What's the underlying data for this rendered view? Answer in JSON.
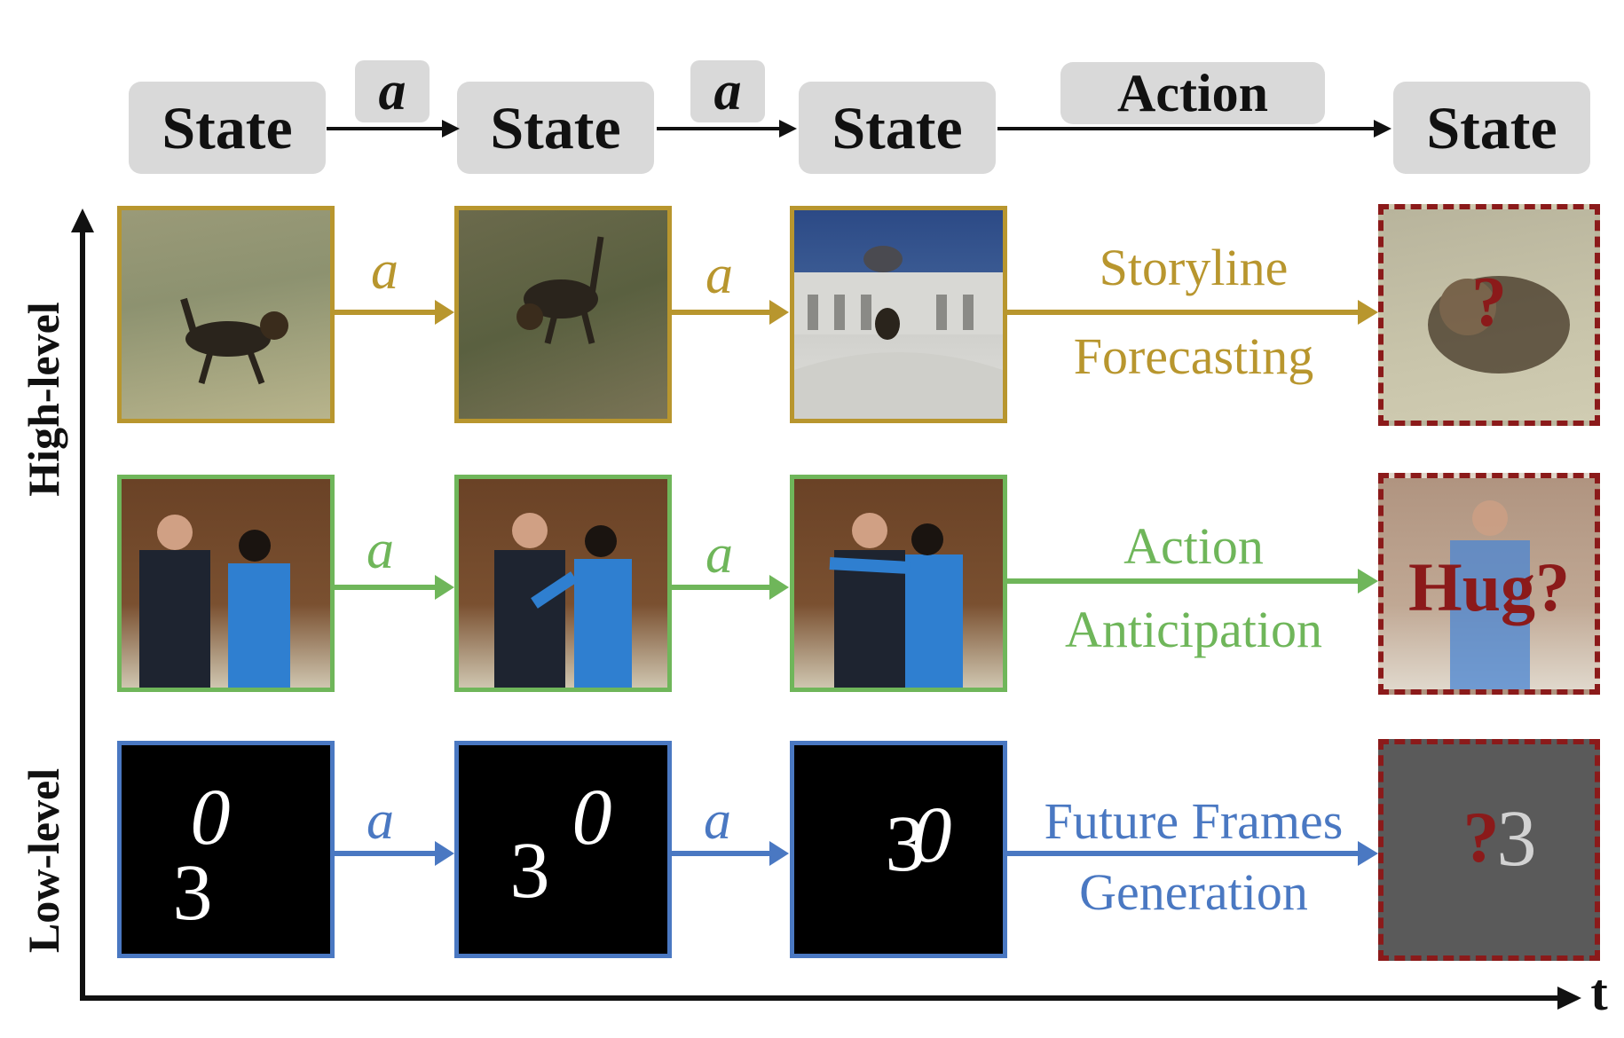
{
  "header": {
    "states": [
      "State",
      "State",
      "State",
      "State"
    ],
    "small_actions": [
      "a",
      "a"
    ],
    "action_label": "Action"
  },
  "rows": {
    "storyline": {
      "arrow_labels": [
        "a",
        "a"
      ],
      "task_line1": "Storyline",
      "task_line2": "Forecasting",
      "prediction_mark": "?",
      "color": "#b8962e"
    },
    "action": {
      "arrow_labels": [
        "a",
        "a"
      ],
      "task_line1": "Action",
      "task_line2": "Anticipation",
      "prediction_mark": "Hug?",
      "color": "#6fb65a"
    },
    "frames": {
      "arrow_labels": [
        "a",
        "a"
      ],
      "task_line1": "Future Frames",
      "task_line2": "Generation",
      "prediction_mark": "?",
      "digits": [
        "0",
        "3"
      ],
      "color": "#4a78c2"
    }
  },
  "axes": {
    "y_high": "High-level",
    "y_low": "Low-level",
    "x": "t"
  },
  "colors": {
    "prediction_border": "#8b1a1a",
    "state_box": "#d9d9d9"
  }
}
